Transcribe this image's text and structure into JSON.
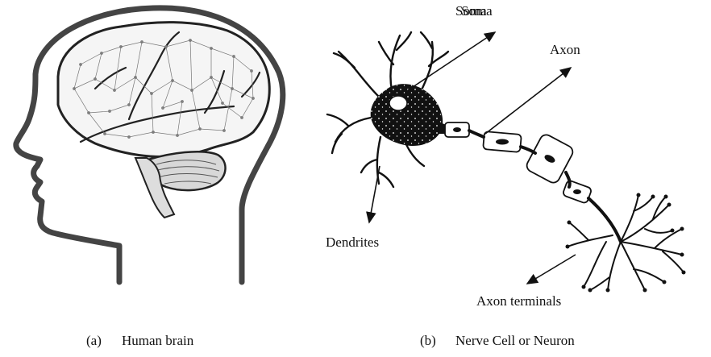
{
  "panels": [
    {
      "id": "a",
      "tag": "(a)",
      "caption": "Human brain"
    },
    {
      "id": "b",
      "tag": "(b)",
      "caption": "Nerve Cell or Neuron"
    }
  ],
  "labels": {
    "soma_overlap_1": "Soma",
    "soma_overlap_2": "Soma",
    "axon": "Axon",
    "dendrites": "Dendrites",
    "axon_terminals": "Axon terminals"
  },
  "colors": {
    "ink": "#111111",
    "background": "#ffffff",
    "brain_shade": "#c8c8c8"
  }
}
